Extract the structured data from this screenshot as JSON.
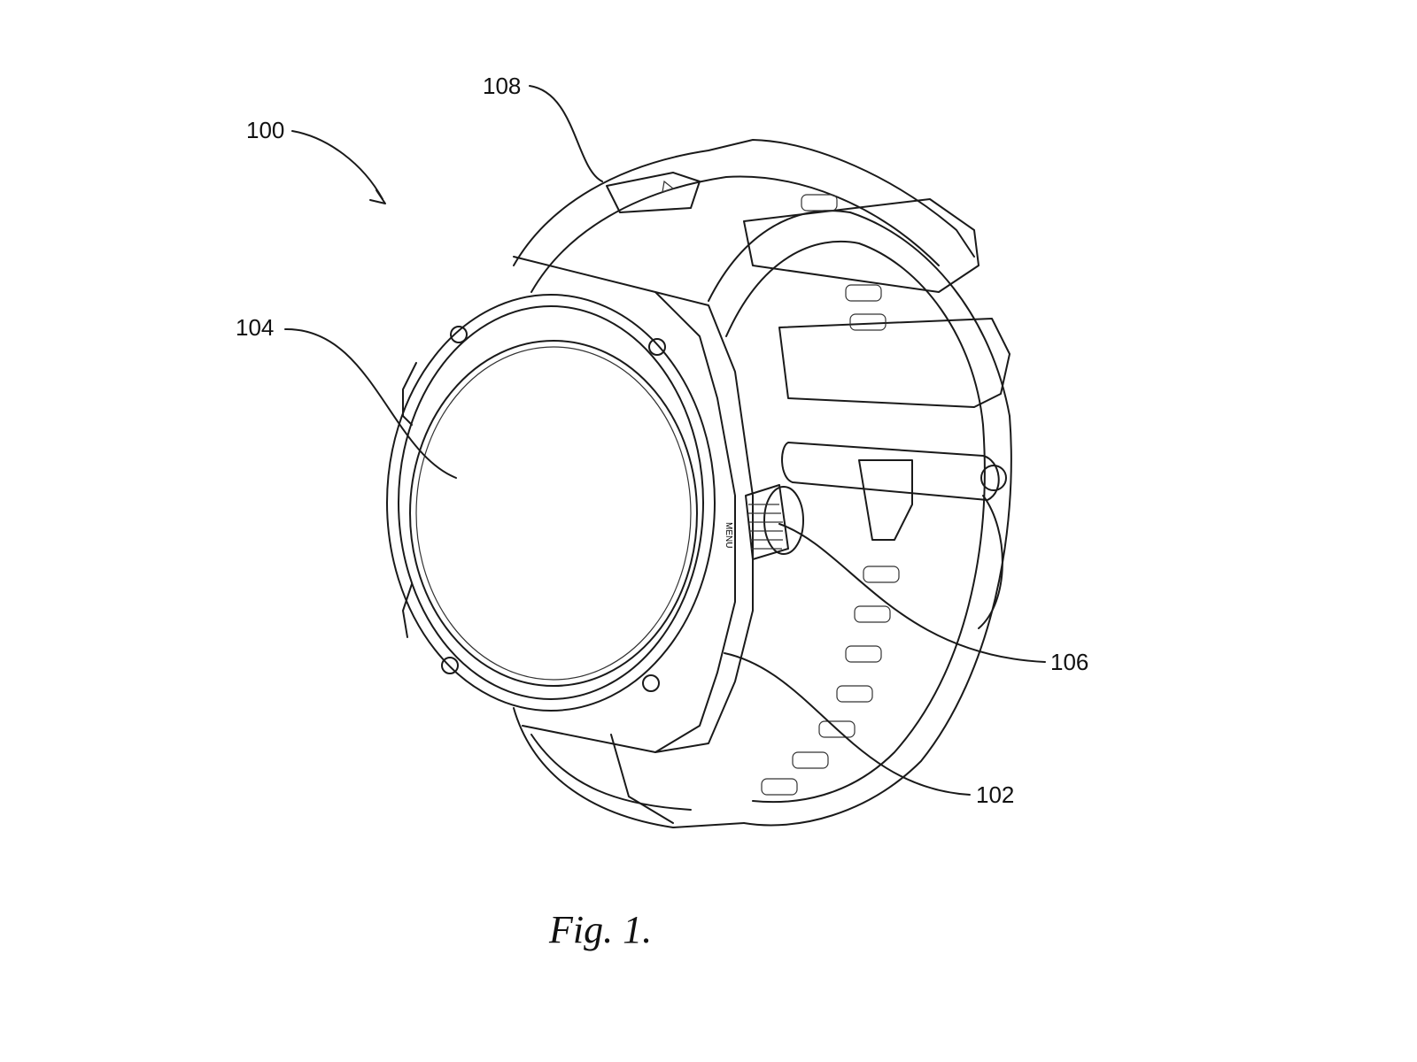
{
  "figure": {
    "caption": "Fig. 1.",
    "labels": {
      "device": "100",
      "housing": "102",
      "display": "104",
      "crown": "106",
      "band": "108"
    },
    "crown_text": "MENU"
  }
}
